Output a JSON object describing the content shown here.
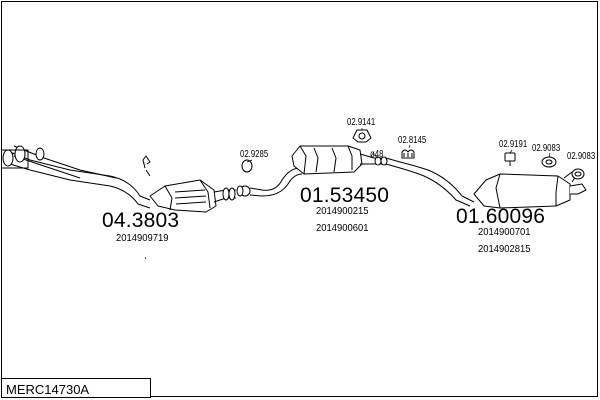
{
  "drawing_code": "MERC14730A",
  "parts": [
    {
      "number": "04.3803",
      "refs": [
        "2014909719"
      ]
    },
    {
      "number": "01.53450",
      "refs": [
        "2014900215",
        "2014900601"
      ]
    },
    {
      "number": "01.60096",
      "refs": [
        "2014900701",
        "2014902815"
      ]
    }
  ],
  "callouts": [
    "02.9285",
    "02.9141",
    "02.8145",
    "02.9191",
    "02.9083",
    "02.9083"
  ],
  "pipe_diameter": "ø48"
}
